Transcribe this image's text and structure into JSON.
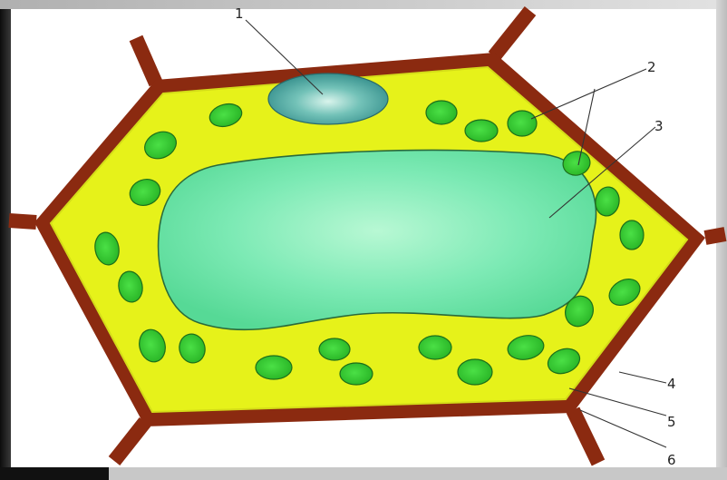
{
  "labels": [
    {
      "id": "1",
      "text": "1"
    },
    {
      "id": "2",
      "text": "2"
    },
    {
      "id": "3",
      "text": "3"
    },
    {
      "id": "4",
      "text": "4"
    },
    {
      "id": "5",
      "text": "5"
    },
    {
      "id": "6",
      "text": "6"
    }
  ],
  "colors": {
    "frame_dark": "#151515",
    "frame_light": "#cfcfcf",
    "cell_wall": "#8b2a10",
    "cytoplasm": "#e6f21a",
    "vacuole_light": "#a8f5c8",
    "vacuole_mid": "#5fe0a0",
    "vacuole_edge": "#2a6a3a",
    "nucleus": "#4aa4a4",
    "chloroplast": "#3ccf35",
    "chloroplast_edge": "#1d6e1a",
    "leader_line": "#333333"
  },
  "icons": {
    "chloroplast": "chloroplast-icon",
    "nucleus": "nucleus-icon",
    "vacuole": "vacuole-icon"
  }
}
